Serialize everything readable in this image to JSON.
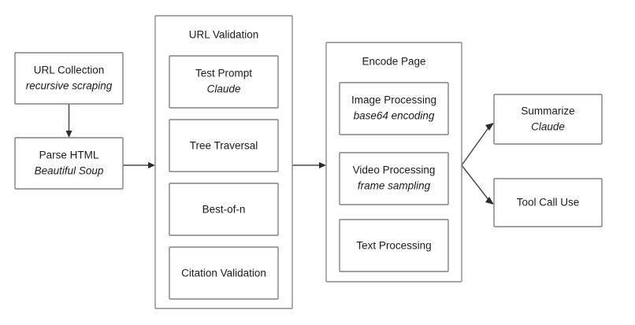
{
  "diagram": {
    "title": "URL processing and encoding pipeline flowchart",
    "type": "flowchart",
    "background_color": "#ffffff",
    "box_fill": "#ffffff",
    "box_border_color": "#808080",
    "edge_color": "#4a4a4a",
    "text_color": "#1b1b1b"
  },
  "nodes": {
    "url_collection": {
      "label": "URL Collection",
      "sublabel": "recursive scraping"
    },
    "parse_html": {
      "label": "Parse HTML",
      "sublabel": "Beautiful Soup"
    },
    "url_validation_group": {
      "title": "URL Validation"
    },
    "test_prompt": {
      "label": "Test Prompt",
      "sublabel": "Claude"
    },
    "tree_traversal": {
      "label": "Tree Traversal",
      "sublabel": ""
    },
    "best_of_n": {
      "label": "Best-of-n",
      "sublabel": ""
    },
    "citation_validation": {
      "label": "Citation Validation",
      "sublabel": ""
    },
    "encode_page_group": {
      "title": "Encode Page"
    },
    "image_processing": {
      "label": "Image Processing",
      "sublabel": "base64 encoding"
    },
    "video_processing": {
      "label": "Video Processing",
      "sublabel": "frame sampling"
    },
    "text_processing": {
      "label": "Text Processing",
      "sublabel": ""
    },
    "summarize": {
      "label": "Summarize",
      "sublabel": "Claude"
    },
    "tool_call_use": {
      "label": "Tool Call Use",
      "sublabel": ""
    }
  },
  "edges": [
    {
      "name": "url-collection-to-parse-html",
      "from": "url_collection",
      "to": "parse_html"
    },
    {
      "name": "parse-html-to-url-validation",
      "from": "parse_html",
      "to": "url_validation_group"
    },
    {
      "name": "url-validation-to-encode-page",
      "from": "url_validation_group",
      "to": "encode_page_group"
    },
    {
      "name": "encode-page-to-summarize",
      "from": "encode_page_group",
      "to": "summarize"
    },
    {
      "name": "encode-page-to-tool-call-use",
      "from": "encode_page_group",
      "to": "tool_call_use"
    }
  ]
}
